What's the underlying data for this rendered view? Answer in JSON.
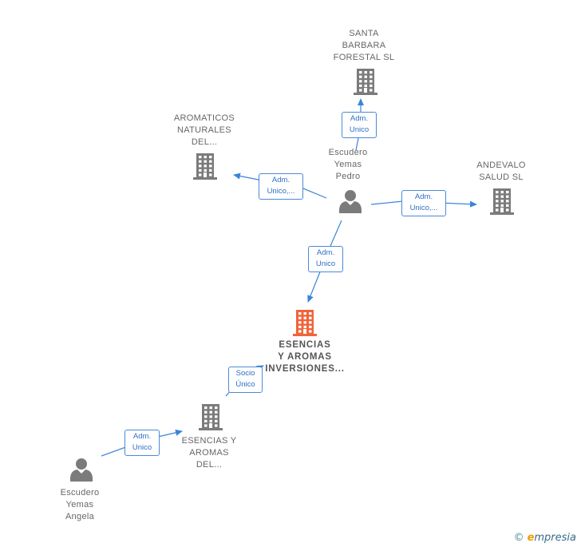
{
  "colors": {
    "building_gray": "#7b7b7b",
    "building_main": "#f0643a",
    "person_gray": "#7b7b7b",
    "edge": "#3a85d8"
  },
  "nodes": {
    "santa_barbara": {
      "label": "SANTA\nBARBARA\nFORESTAL  SL",
      "icon": "building-icon"
    },
    "aromaticos": {
      "label": "AROMATICOS\nNATURALES\nDEL...",
      "icon": "building-icon"
    },
    "andevalo": {
      "label": "ANDEVALO\nSALUD  SL",
      "icon": "building-icon"
    },
    "escudero_pedro": {
      "label": "Escudero\nYemas\nPedro",
      "icon": "person-icon"
    },
    "esencias_main": {
      "label": "ESENCIAS\nY AROMAS\nINVERSIONES...",
      "icon": "building-icon"
    },
    "esencias_del": {
      "label": "ESENCIAS Y\nAROMAS\nDEL...",
      "icon": "building-icon"
    },
    "escudero_angela": {
      "label": "Escudero\nYemas\nAngela",
      "icon": "person-icon"
    }
  },
  "relations": {
    "to_santa_barbara": "Adm.\nUnico",
    "to_aromaticos": "Adm.\nUnico,...",
    "to_andevalo": "Adm.\nUnico,...",
    "to_esencias_main": "Adm.\nUnico",
    "socio_unico": "Socio\nÚnico",
    "angela_to_del": "Adm.\nUnico"
  },
  "footer": {
    "copyright": "©",
    "brand_first": "e",
    "brand_rest": "mpresia"
  }
}
